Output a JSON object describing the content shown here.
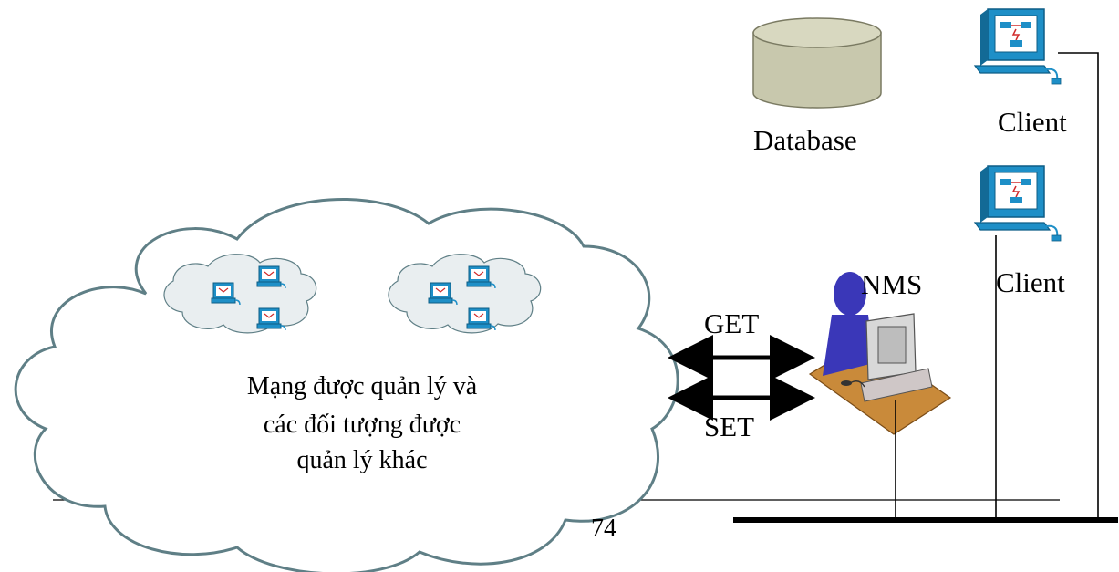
{
  "cloud": {
    "lines": [
      "Mạng được quản lý và",
      "các đối tượng được",
      "quản lý khác"
    ]
  },
  "labels": {
    "database": "Database",
    "client_top": "Client",
    "client_bottom": "Client",
    "nms": "NMS",
    "get": "GET",
    "set": "SET"
  },
  "slide_number": "74",
  "colors": {
    "cloud_fill": "#ffffff",
    "cloud_stroke": "#5f7f86",
    "inner_cloud_fill": "#e9eef0",
    "database_fill": "#c8c8ad",
    "monitor_blue": "#1e8fc7",
    "nms_person": "#3a37b8",
    "nms_desk": "#c98a3a"
  },
  "icons": [
    "database-icon",
    "client-computer-icon",
    "nms-workstation-icon",
    "managed-device-icon",
    "double-arrow-icon",
    "cloud-icon"
  ]
}
